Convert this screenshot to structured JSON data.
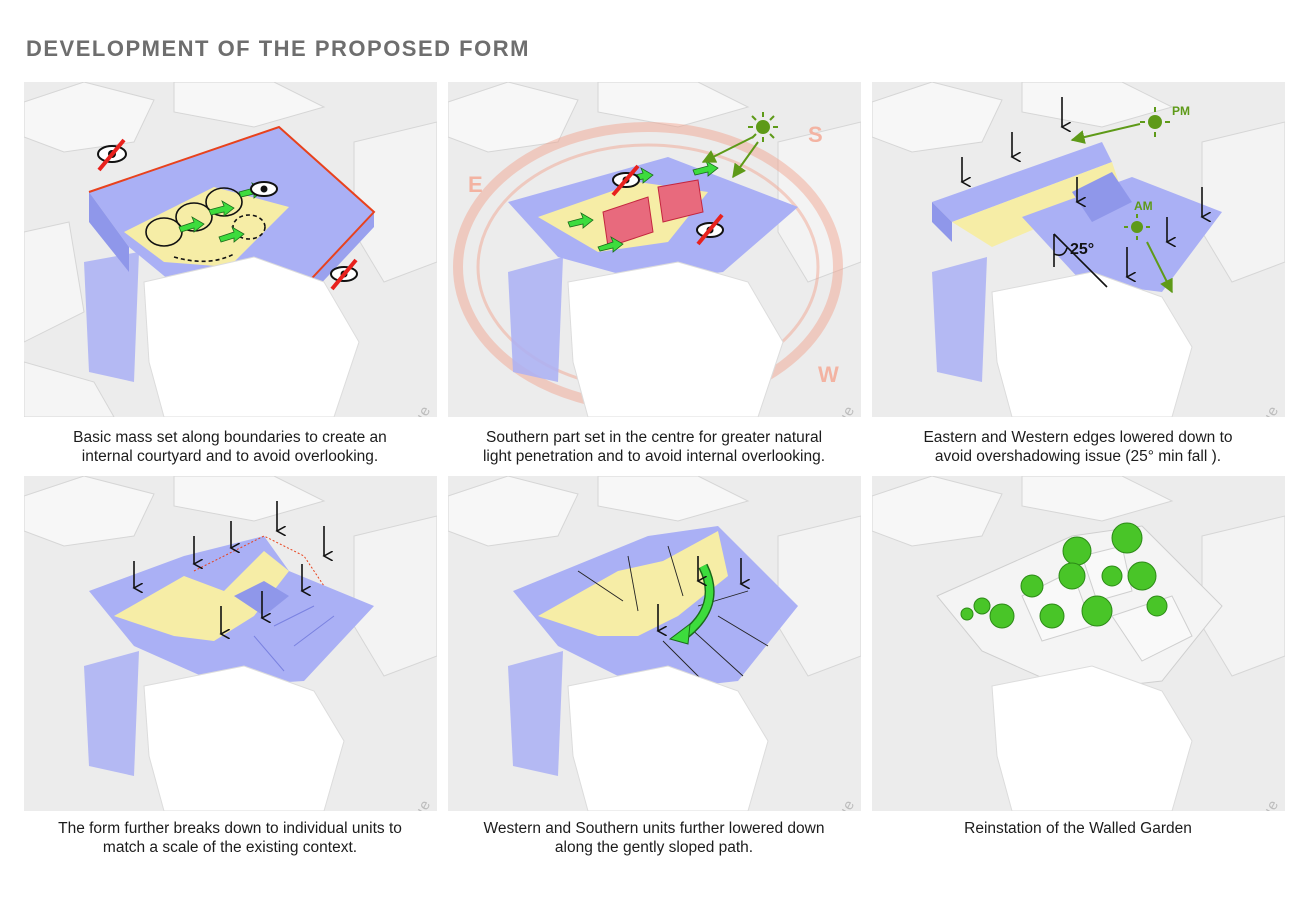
{
  "page": {
    "title": "DEVELOPMENT OF THE PROPOSED FORM"
  },
  "street_label": "Avenue",
  "colors": {
    "mass": "#aab0f5",
    "courtyard": "#f6eda6",
    "arrow_green": "#3ddc3d",
    "sun": "#5e9a18",
    "boundary": "#e8421d",
    "tree": "#49c528"
  },
  "annotations": {
    "angle": "25°",
    "pm": "PM",
    "am": "AM",
    "compass_e": "E",
    "compass_s": "S",
    "compass_w": "W"
  },
  "panels": [
    {
      "caption_lines": [
        "Basic mass set along boundaries to create an",
        "internal courtyard and to avoid overlooking."
      ]
    },
    {
      "caption_lines": [
        "Southern part set in the centre for greater natural",
        "light penetration and to avoid internal overlooking."
      ]
    },
    {
      "caption_lines": [
        "Eastern and Western edges lowered down to",
        "avoid overshadowing issue (25° min fall )."
      ]
    },
    {
      "caption_lines": [
        "The form further breaks down to individual units to",
        "match a scale of the existing context."
      ]
    },
    {
      "caption_lines": [
        "Western and Southern units further lowered down",
        "along the gently sloped path."
      ]
    },
    {
      "caption_lines": [
        "Reinstation of the Walled Garden"
      ]
    }
  ]
}
